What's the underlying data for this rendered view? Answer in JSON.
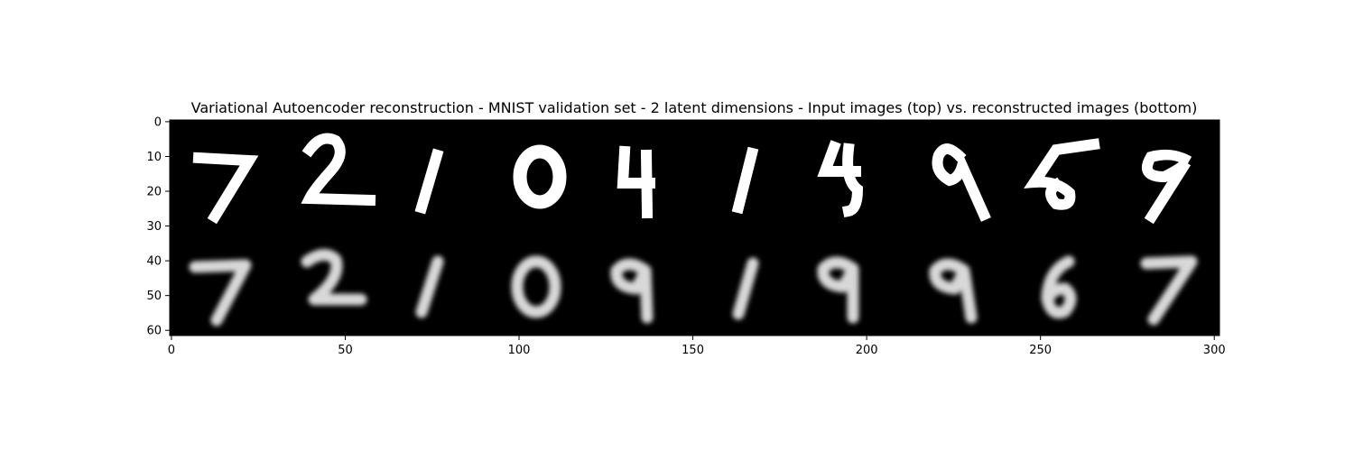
{
  "title": "Variational Autoencoder reconstruction - MNIST validation set - 2 latent dimensions - Input images (top) vs. reconstructed images (bottom)",
  "image": {
    "description_rows": [
      "input",
      "reconstruction"
    ],
    "input_digits": [
      "7",
      "2",
      "1",
      "0",
      "4",
      "1",
      "4",
      "9",
      "5",
      "9"
    ],
    "reconstructed_digits": [
      "7",
      "2",
      "1",
      "0",
      "9",
      "1",
      "9",
      "9",
      "6",
      "7"
    ],
    "background_color": "#000000",
    "input_color": "#ffffff",
    "reconstruction_color": "#d8d8d8"
  },
  "axes": {
    "x_ticks": [
      {
        "value": 0,
        "label": "0"
      },
      {
        "value": 50,
        "label": "50"
      },
      {
        "value": 100,
        "label": "100"
      },
      {
        "value": 150,
        "label": "150"
      },
      {
        "value": 200,
        "label": "200"
      },
      {
        "value": 250,
        "label": "250"
      },
      {
        "value": 300,
        "label": "300"
      }
    ],
    "y_ticks": [
      {
        "value": 0,
        "label": "0"
      },
      {
        "value": 10,
        "label": "10"
      },
      {
        "value": 20,
        "label": "20"
      },
      {
        "value": 30,
        "label": "30"
      },
      {
        "value": 40,
        "label": "40"
      },
      {
        "value": 50,
        "label": "50"
      },
      {
        "value": 60,
        "label": "60"
      }
    ],
    "x_range": [
      0,
      302
    ],
    "y_range": [
      0,
      62
    ]
  }
}
